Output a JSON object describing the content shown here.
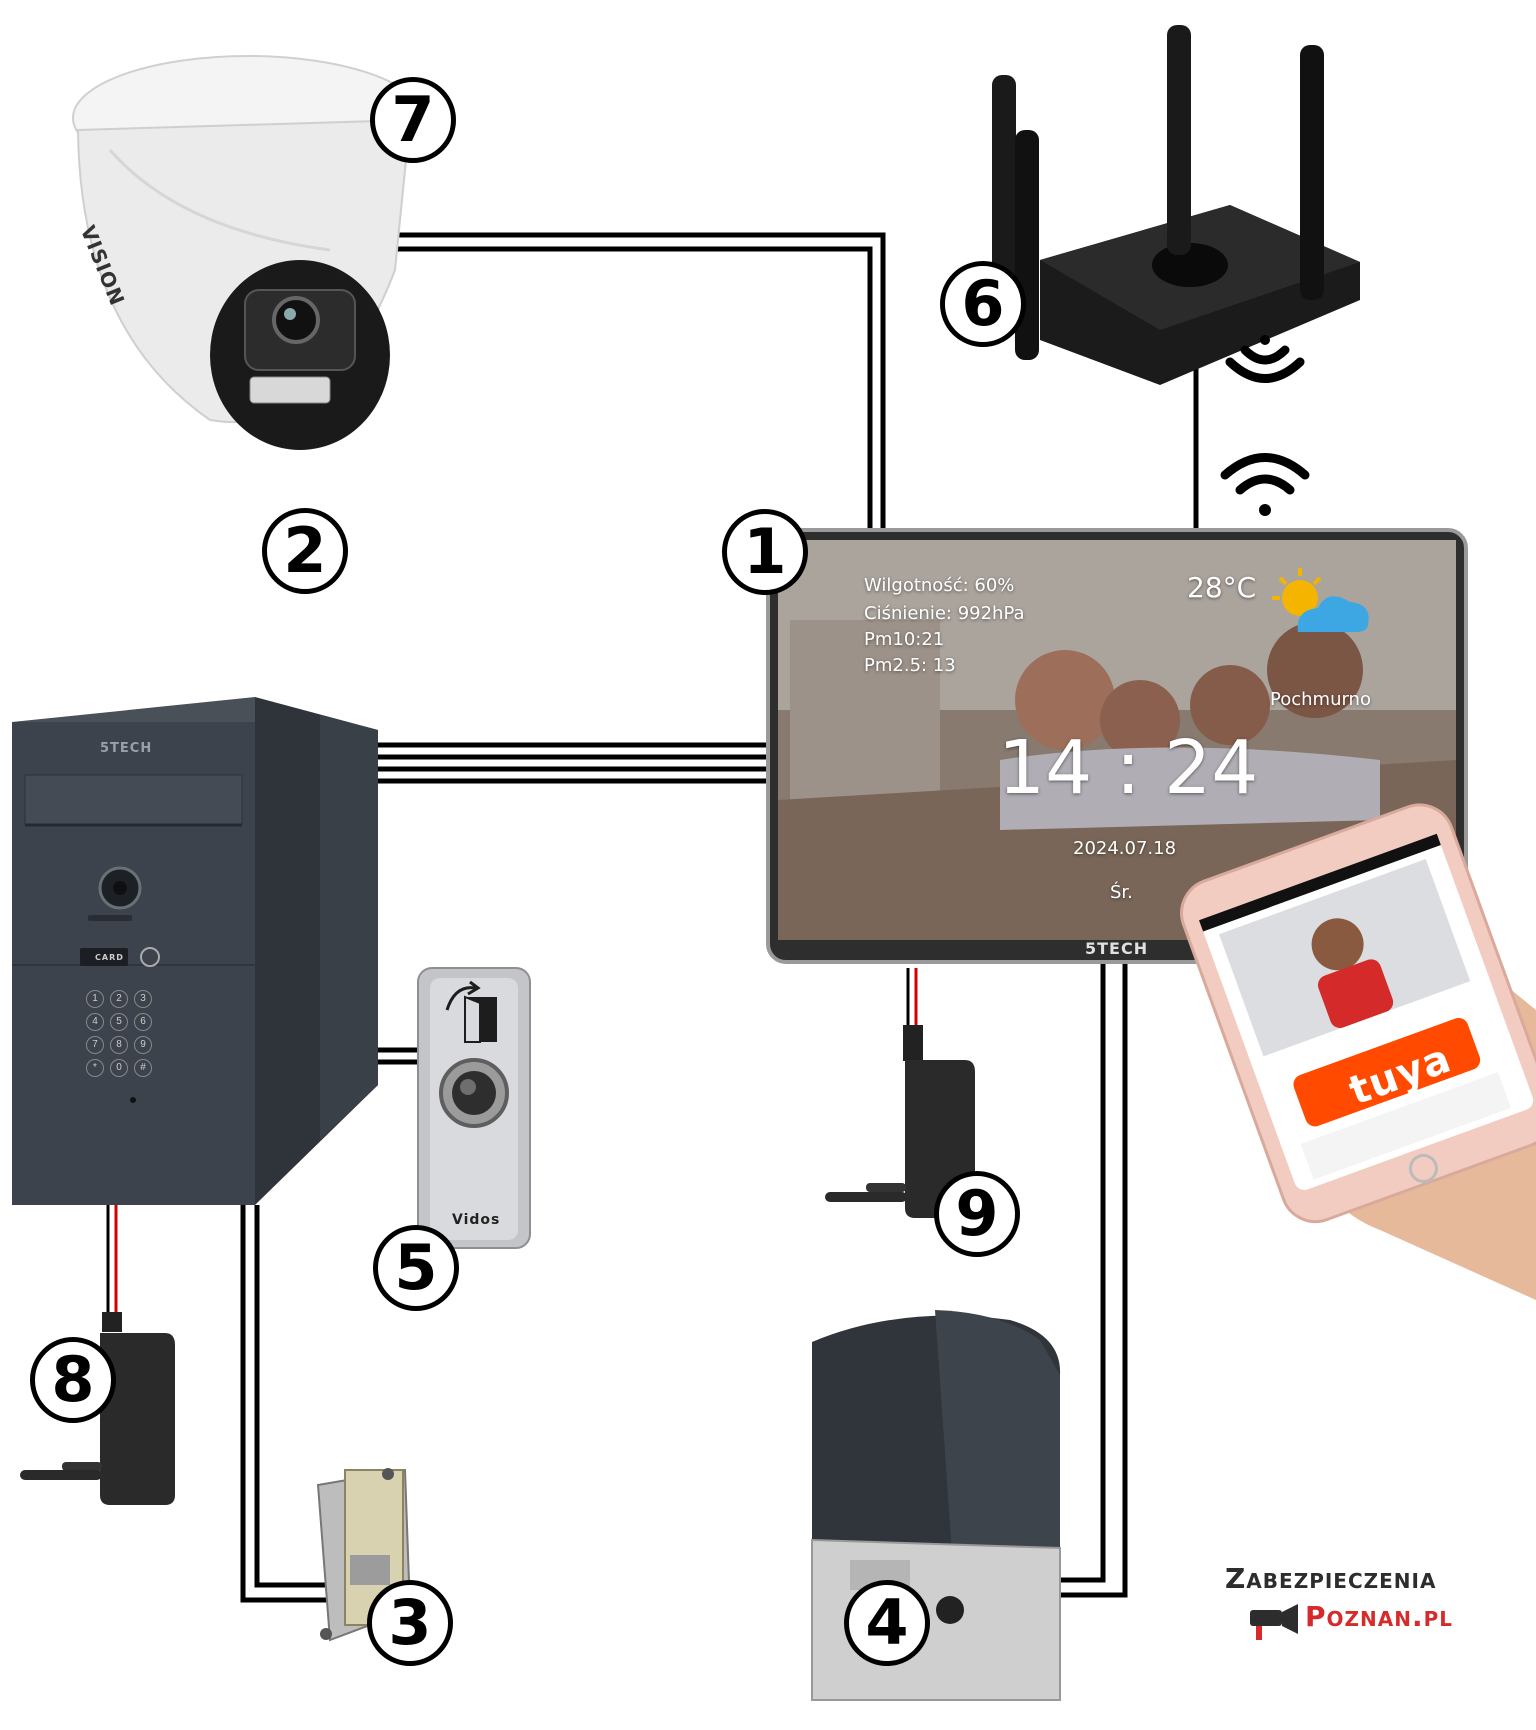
{
  "badges": {
    "n1": "1",
    "n2": "2",
    "n3": "3",
    "n4": "4",
    "n5": "5",
    "n6": "6",
    "n7": "7",
    "n8": "8",
    "n9": "9"
  },
  "monitor": {
    "humidity": "Wilgotność: 60%",
    "pressure": "Ciśnienie: 992hPa",
    "pm10": "Pm10:21",
    "pm25": "Pm2.5: 13",
    "temperature": "28°C",
    "weather_condition": "Pochmurno",
    "time": "14 : 24",
    "date": "2024.07.18",
    "weekday": "Śr.",
    "brand": "5TECH"
  },
  "camera": {
    "brand": "VISION"
  },
  "outdoor_station": {
    "brand": "5TECH",
    "card_label": "CARD",
    "keys": [
      "1",
      "2",
      "3",
      "4",
      "5",
      "6",
      "7",
      "8",
      "9",
      "*",
      "0",
      "#"
    ]
  },
  "exit_button": {
    "brand": "Vidos"
  },
  "phone_app": {
    "app_name": "tuya"
  },
  "logo": {
    "line1": "Zabezpieczenia",
    "line2": "Poznan.pl"
  },
  "colors": {
    "wire": "#000000",
    "red_wire": "#d40000",
    "tuya_orange": "#ff4a00",
    "logo_red": "#d62b2b",
    "logo_dark": "#2d2d2d",
    "device_dark": "#3d434c"
  }
}
